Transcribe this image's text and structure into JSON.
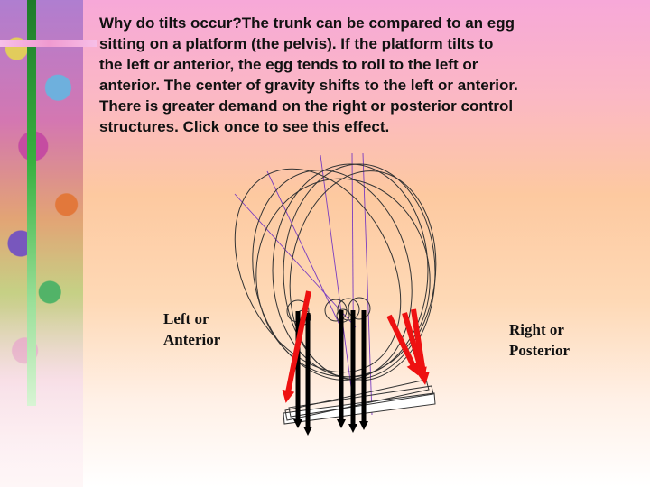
{
  "slide": {
    "text_lines": [
      "Why do tilts occur?The trunk can be compared to an egg",
      "sitting on a platform (the pelvis).  If the platform tilts to",
      "the left or anterior, the egg tends to roll to the left or",
      "anterior.  The center of gravity shifts to the left or anterior.",
      "There is greater demand on the right or posterior control",
      "structures. Click once to see this effect."
    ],
    "label_left_lines": [
      "Left or",
      "Anterior"
    ],
    "label_right_lines": [
      "Right or",
      "Posterior"
    ]
  },
  "colors": {
    "text": "#111111",
    "arrow_black": "#000000",
    "arrow_red": "#ee1111",
    "outline": "#333333",
    "accent_purple": "#7a3cc0"
  }
}
